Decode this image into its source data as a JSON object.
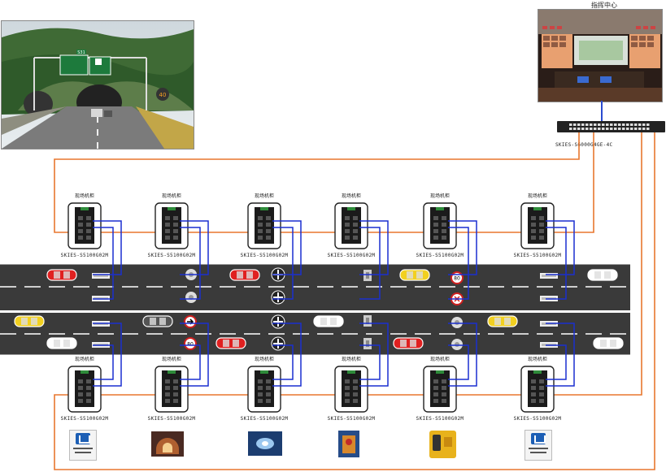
{
  "control_center": {
    "title": "指挥中心",
    "core_switch_model": "SKIES-S6000G4GE-4C"
  },
  "field_switches": {
    "cabinet_label": "现场机柜",
    "top_row_models": [
      "SKIES-S5100G02M",
      "SKIES-S5100G02M",
      "SKIES-S5100G02M",
      "SKIES-S5100G02M",
      "SKIES-S5100G02M",
      "SKIES-S5100G02M"
    ],
    "bottom_row_models": [
      "SKIES-S5100G02M",
      "SKIES-S5100G02M",
      "SKIES-S5100G02M",
      "SKIES-S5100G02M",
      "SKIES-S5100G02M",
      "SKIES-S5100G02M"
    ]
  },
  "road_signs": {
    "speed_limit": "80",
    "tunnel_sign_speed": "40",
    "tunnel_banner_top": "S31"
  },
  "field_devices": [
    {
      "name": "guide-sign",
      "icon": "lane-sign-icon"
    },
    {
      "name": "tunnel-lighting",
      "icon": "tunnel-light-icon"
    },
    {
      "name": "tunnel-camera-view",
      "icon": "tunnel-view-icon"
    },
    {
      "name": "fire-equipment",
      "icon": "fire-extinguisher-icon"
    },
    {
      "name": "emergency-phone",
      "icon": "emergency-phone-icon"
    },
    {
      "name": "guide-sign-2",
      "icon": "lane-sign-icon"
    }
  ],
  "colors": {
    "fiber_orange": "#e8772e",
    "link_blue": "#1a2fd0",
    "road_dark": "#3a3a3a",
    "lane_white": "#ffffff",
    "car_red": "#e02020",
    "car_yellow": "#f2d020",
    "switch_green": "#2e8b3a",
    "center_line_blue": "#2a4bd0"
  }
}
